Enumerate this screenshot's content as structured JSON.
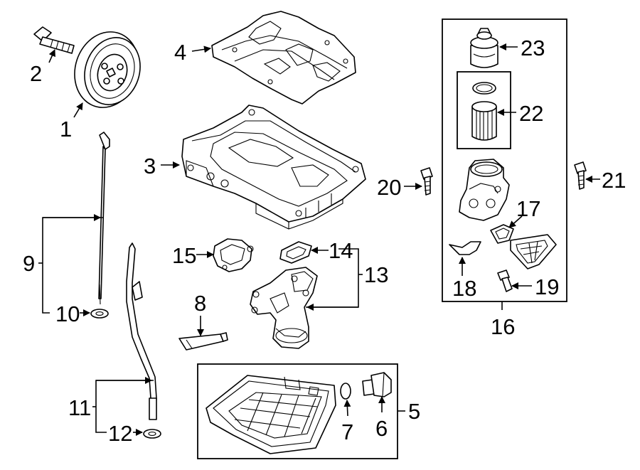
{
  "callouts": [
    "1",
    "2",
    "3",
    "4",
    "5",
    "6",
    "7",
    "8",
    "9",
    "10",
    "11",
    "12",
    "13",
    "14",
    "15",
    "16",
    "17",
    "18",
    "19",
    "20",
    "21",
    "22",
    "23"
  ],
  "parts": [
    {
      "id": "1",
      "name": "crankshaft-pulley"
    },
    {
      "id": "2",
      "name": "pulley-bolt"
    },
    {
      "id": "3",
      "name": "upper-oil-pan"
    },
    {
      "id": "4",
      "name": "oil-pan-baffle"
    },
    {
      "id": "5",
      "name": "lower-oil-pan"
    },
    {
      "id": "6",
      "name": "drain-plug"
    },
    {
      "id": "7",
      "name": "drain-plug-gasket"
    },
    {
      "id": "8",
      "name": "sealant-tube"
    },
    {
      "id": "9",
      "name": "dipstick"
    },
    {
      "id": "10",
      "name": "dipstick-o-ring"
    },
    {
      "id": "11",
      "name": "dipstick-tube"
    },
    {
      "id": "12",
      "name": "tube-o-ring"
    },
    {
      "id": "13",
      "name": "oil-pump"
    },
    {
      "id": "14",
      "name": "pump-gasket"
    },
    {
      "id": "15",
      "name": "oil-pickup-screen"
    },
    {
      "id": "16",
      "name": "oil-filter-housing-assembly"
    },
    {
      "id": "17",
      "name": "housing-gasket"
    },
    {
      "id": "18",
      "name": "bracket"
    },
    {
      "id": "19",
      "name": "housing-bolt"
    },
    {
      "id": "20",
      "name": "bolt"
    },
    {
      "id": "21",
      "name": "bolt"
    },
    {
      "id": "22",
      "name": "oil-filter"
    },
    {
      "id": "23",
      "name": "filter-cap"
    }
  ]
}
